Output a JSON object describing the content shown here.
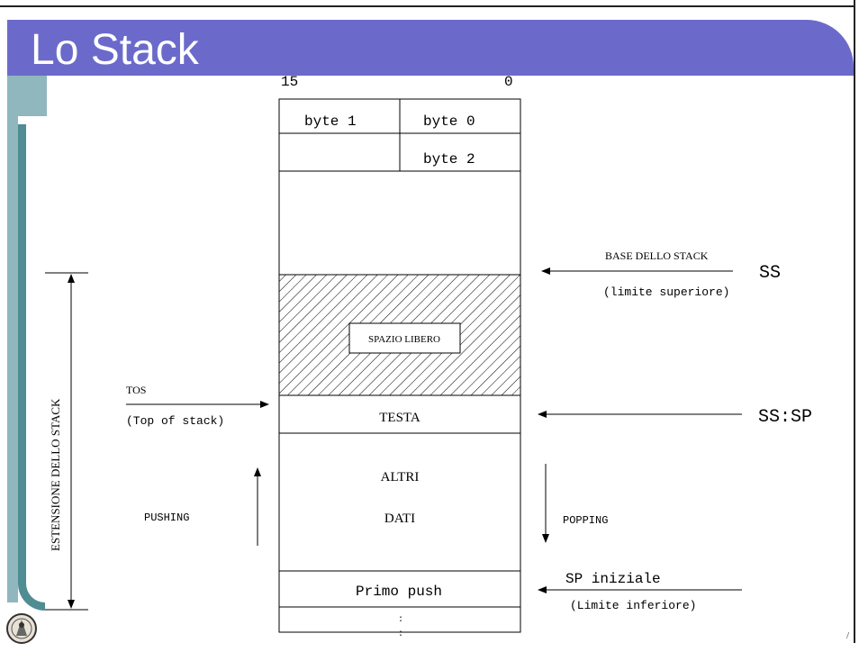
{
  "slide": {
    "title": "Lo Stack",
    "page_mark": "/"
  },
  "stack": {
    "bit_high": "15",
    "bit_low": "0",
    "row1_left": "byte 1",
    "row1_right": "byte 0",
    "row2_right": "byte 2",
    "free_space": "SPAZIO LIBERO",
    "top_cell": "TESTA",
    "other_data_line1": "ALTRI",
    "other_data_line2": "DATI",
    "first_push": "Primo push"
  },
  "labels": {
    "extension": "ESTENSIONE DELLO STACK",
    "tos": "TOS",
    "tos_full": "(Top of stack)",
    "pushing": "PUSHING",
    "popping": "POPPING",
    "base": "BASE DELLO STACK",
    "upper_limit": "(limite superiore)",
    "ss": "SS",
    "ss_sp": "SS:SP",
    "sp_initial": "SP iniziale",
    "lower_limit": "(Limite inferiore)"
  },
  "colors": {
    "title_band": "#6b6acb",
    "rail": "#8fb7bd",
    "rail_dark": "#4f8d93"
  }
}
